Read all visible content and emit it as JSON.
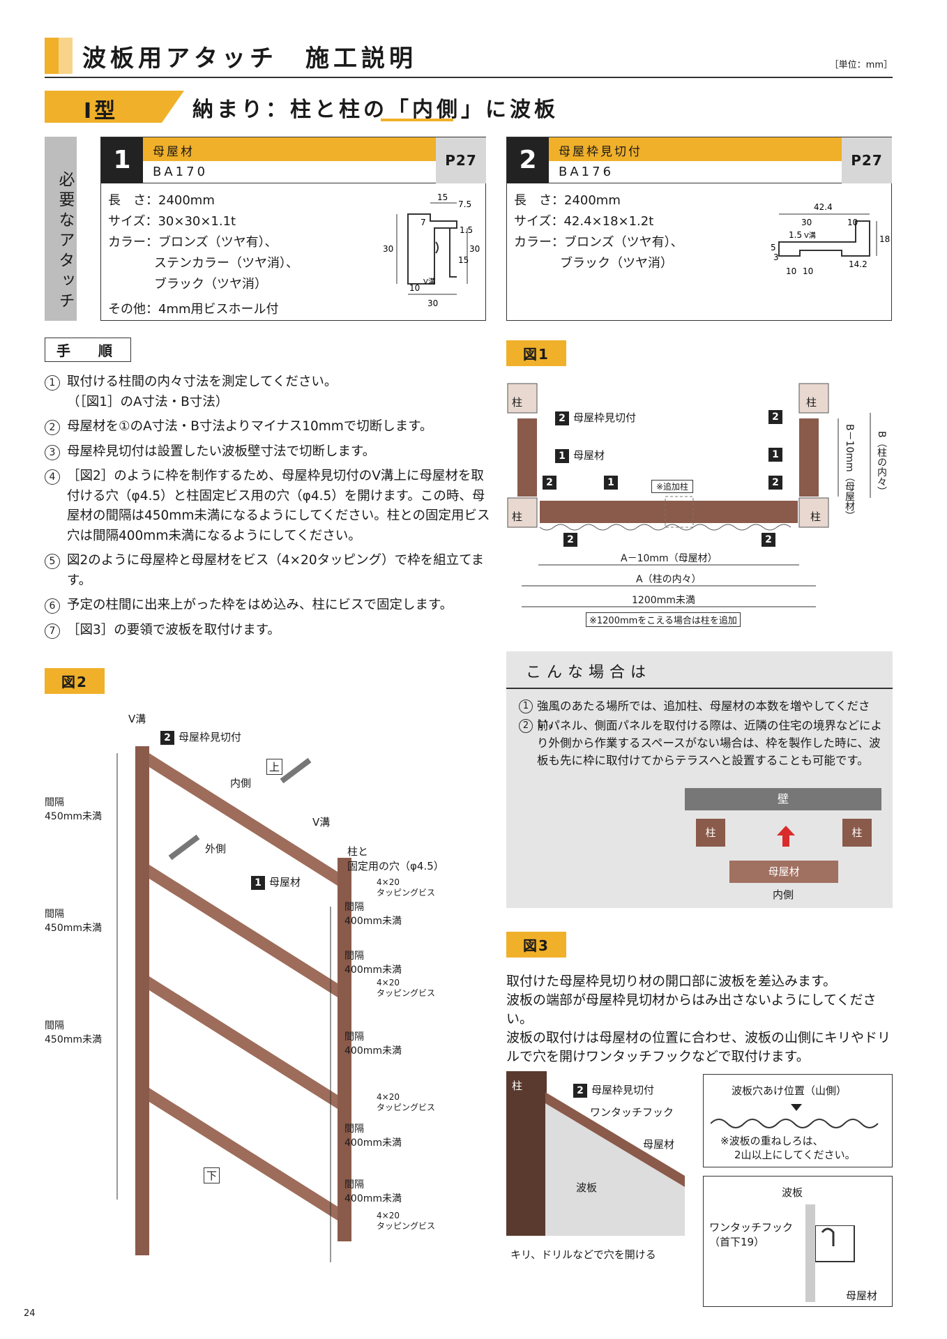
{
  "header": {
    "title": "波板用アタッチ　施工説明",
    "unit": "［単位：mm］"
  },
  "type_section": {
    "tab": "Ⅰ型",
    "headline_pre": "納まり：柱と柱の",
    "headline_em": "「内側」",
    "headline_post": "に波板"
  },
  "side_label": "必要なアタッチ",
  "cards": [
    {
      "num": "1",
      "name": "母屋材",
      "code": "BA170",
      "page": "P27",
      "specs": [
        "長　さ：2400mm",
        "サイズ：30×30×1.1t",
        "カラー：ブロンズ（ツヤ有）、",
        "ステンカラー（ツヤ消）、",
        "ブラック（ツヤ消）",
        "その他：4mm用ビスホール付"
      ],
      "dims": [
        "15",
        "7.5",
        "7",
        "1.5",
        "30",
        "30",
        "15",
        "10",
        "V溝",
        "30"
      ]
    },
    {
      "num": "2",
      "name": "母屋枠見切付",
      "code": "BA176",
      "page": "P27",
      "specs": [
        "長　さ：2400mm",
        "サイズ：42.4×18×1.2t",
        "カラー：ブロンズ（ツヤ有）、",
        "ブラック（ツヤ消）"
      ],
      "dims": [
        "42.4",
        "30",
        "10",
        "1.5",
        "V溝",
        "18",
        "5",
        "3",
        "10",
        "10",
        "14.2"
      ]
    }
  ],
  "procedure": {
    "title": "手　順",
    "steps": [
      {
        "n": "1",
        "text": "取付ける柱間の内々寸法を測定してください。",
        "sub": "（［図1］のA寸法・B寸法）"
      },
      {
        "n": "2",
        "text": "母屋材を①のA寸法・B寸法よりマイナス10mmで切断します。"
      },
      {
        "n": "3",
        "text": "母屋枠見切付は設置したい波板壁寸法で切断します。"
      },
      {
        "n": "4",
        "text": "［図2］のように枠を制作するため、母屋枠見切付のV溝上に母屋材を取付ける穴（φ4.5）と柱固定ビス用の穴（φ4.5）を開けます。この時、母屋材の間隔は450mm未満になるようにしてください。柱との固定用ビス穴は間隔400mm未満になるようにしてください。"
      },
      {
        "n": "5",
        "text": "図2のように母屋枠と母屋材をビス（4×20タッピング）で枠を組立てます。"
      },
      {
        "n": "6",
        "text": "予定の柱間に出来上がった枠をはめ込み、柱にビスで固定します。"
      },
      {
        "n": "7",
        "text": "［図3］の要領で波板を取付けます。"
      }
    ]
  },
  "fig1": {
    "tab": "図1",
    "pillar": "柱",
    "frame_label": "母屋枠見切付",
    "beam_label": "母屋材",
    "n1": "1",
    "n2": "2",
    "extra_pillar": "※追加柱",
    "dim_a10": "A－10mm（母屋材）",
    "dim_a": "A（柱の内々）",
    "dim_1200": "1200mm未満",
    "note_1200": "※1200mmをこえる場合は柱を追加",
    "dim_b10": "B－10mm（母屋材）",
    "dim_b": "B（柱の内々）"
  },
  "case": {
    "title": "こんな場合は",
    "items": [
      {
        "n": "1",
        "text": "強風のあたる場所では、追加柱、母屋材の本数を増やしてください。"
      },
      {
        "n": "2",
        "text": "前パネル、側面パネルを取付ける際は、近隣の住宅の境界などにより外側から作業するスペースがない場合は、枠を製作した時に、波板も先に枠に取付けてからテラスへと設置することも可能です。"
      }
    ],
    "wall": "壁",
    "pillar": "柱",
    "beam": "母屋材",
    "inside": "内側"
  },
  "fig2": {
    "tab": "図2",
    "vgroove": "V溝",
    "frame_label": "母屋枠見切付",
    "up": "上",
    "down": "下",
    "inside": "内側",
    "outside": "外側",
    "beam_label": "母屋材",
    "fix_hole_1": "柱と",
    "fix_hole_2": "固定用の穴（φ4.5）",
    "gap450_1": "間隔",
    "gap450_2": "450mm未満",
    "gap400_1": "間隔",
    "gap400_2": "400mm未満",
    "screw_1": "4×20",
    "screw_2": "タッピングビス"
  },
  "fig3": {
    "tab": "図3",
    "desc": [
      "取付けた母屋枠見切り材の開口部に波板を差込みます。",
      "波板の端部が母屋枠見切材からはみ出さないようにしてください。",
      "波板の取付けは母屋材の位置に合わせ、波板の山側にキリやドリルで穴を開けワンタッチフックなどで取付けます。"
    ],
    "pillar": "柱",
    "frame_label": "母屋枠見切付",
    "hook": "ワンタッチフック",
    "beam": "母屋材",
    "panel": "波板",
    "drill": "キリ、ドリルなどで穴を開ける",
    "hole_pos": "波板穴あけ位置（山側）",
    "overlap_1": "※波板の重ねしろは、",
    "overlap_2": "2山以上にしてください。",
    "d2_panel": "波板",
    "d2_hook_1": "ワンタッチフック",
    "d2_hook_2": "（首下19）",
    "d2_beam": "母屋材"
  },
  "page_number": "24"
}
